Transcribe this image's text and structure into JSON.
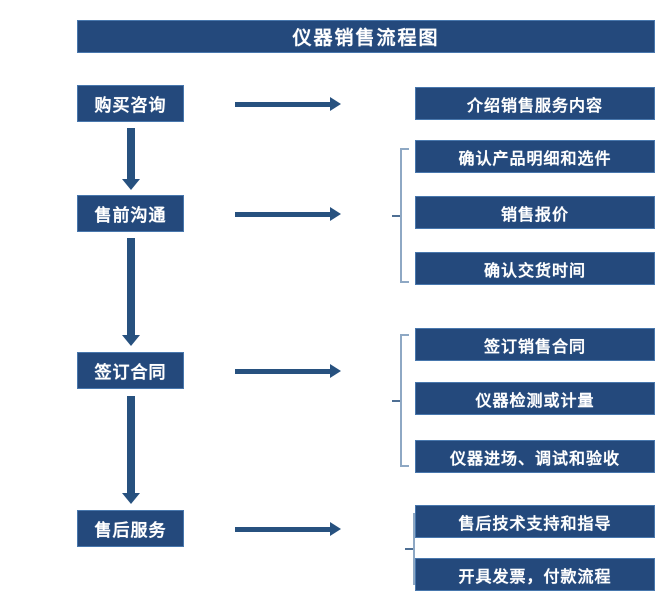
{
  "title": "仪器销售流程图",
  "colors": {
    "node_fill": "#24497c",
    "node_border": "#4877ad",
    "arrow": "#27517f",
    "bracket": "#8ea8c4",
    "text": "#ffffff",
    "background": "#ffffff"
  },
  "stages": [
    {
      "id": "stage-1",
      "label": "购买咨询"
    },
    {
      "id": "stage-2",
      "label": "售前沟通"
    },
    {
      "id": "stage-3",
      "label": "签订合同"
    },
    {
      "id": "stage-4",
      "label": "售后服务"
    }
  ],
  "details": {
    "group1": [
      {
        "label": "介绍销售服务内容"
      }
    ],
    "group2": [
      {
        "label": "确认产品明细和选件"
      },
      {
        "label": "销售报价"
      },
      {
        "label": "确认交货时间"
      }
    ],
    "group3": [
      {
        "label": "签订销售合同"
      },
      {
        "label": "仪器检测或计量"
      },
      {
        "label": "仪器进场、调试和验收"
      }
    ],
    "group4": [
      {
        "label": "售后技术支持和指导"
      },
      {
        "label": "开具发票，付款流程"
      }
    ]
  },
  "connectors": {
    "horizontal_arrows": 4,
    "vertical_arrows": 3,
    "brackets": 3
  }
}
